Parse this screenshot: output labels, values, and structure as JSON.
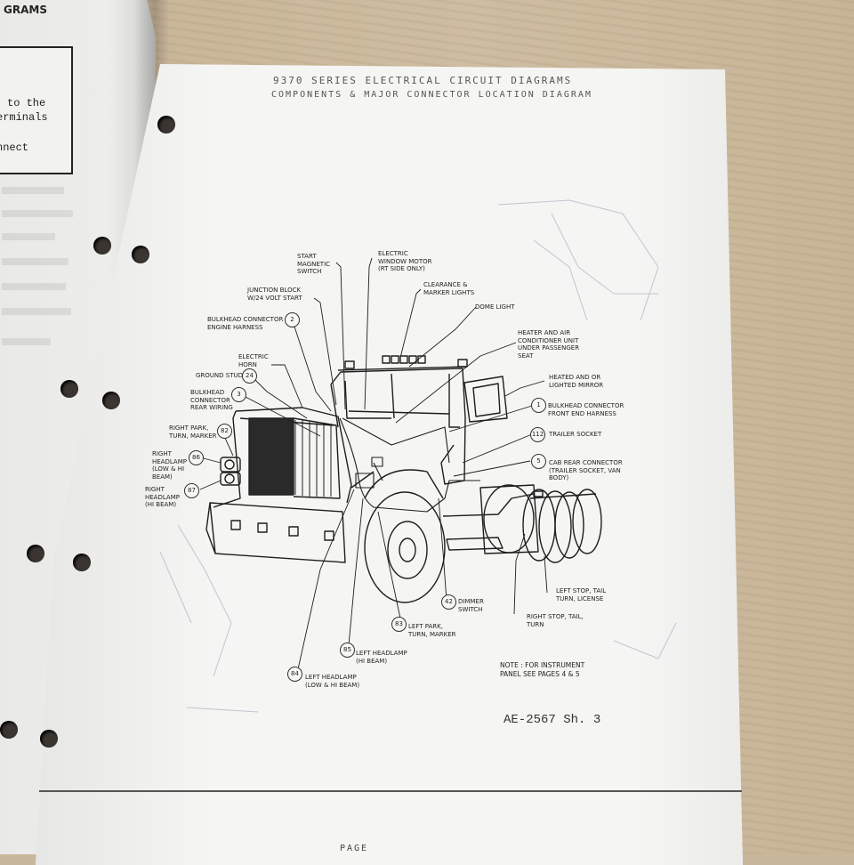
{
  "left_page": {
    "header": "GRAMS",
    "box_lines": [
      "to the",
      "erminals",
      "nnect"
    ]
  },
  "page": {
    "title": "9370 SERIES ELECTRICAL CIRCUIT DIAGRAMS",
    "subtitle": "COMPONENTS & MAJOR CONNECTOR LOCATION DIAGRAM",
    "doc_id": "AE-2567 Sh. 3",
    "note": [
      "NOTE : FOR INSTRUMENT",
      "PANEL SEE PAGES  4  & 5"
    ],
    "footer": "PAGE"
  },
  "labels": {
    "start_switch": [
      "START",
      "MAGNETIC",
      "SWITCH"
    ],
    "window_motor": [
      "ELECTRIC",
      "WINDOW MOTOR",
      "(RT SIDE ONLY)"
    ],
    "junction_block": [
      "JUNCTION BLOCK",
      "W/24 VOLT START"
    ],
    "clearance": [
      "CLEARANCE &",
      "MARKER LIGHTS"
    ],
    "dome_light": [
      "DOME LIGHT"
    ],
    "bulkhead_engine": [
      "BULKHEAD CONNECTOR",
      "ENGINE HARNESS"
    ],
    "heater": [
      "HEATER AND AIR",
      "CONDITIONER UNIT",
      "UNDER PASSENGER",
      "SEAT"
    ],
    "horn": [
      "ELECTRIC",
      "HORN"
    ],
    "ground_stud": [
      "GROUND STUD"
    ],
    "heated_mirror": [
      "HEATED AND OR",
      "LIGHTED MIRROR"
    ],
    "bulkhead_rear": [
      "BULKHEAD",
      "CONNECTOR",
      "REAR WIRING"
    ],
    "bulkhead_front": [
      "BULKHEAD CONNECTOR",
      "FRONT END HARNESS"
    ],
    "right_park": [
      "RIGHT PARK,",
      "TURN, MARKER"
    ],
    "trailer_socket": [
      "TRAILER SOCKET"
    ],
    "right_headlamp_low": [
      "RIGHT",
      "HEADLAMP",
      "(LOW & HI",
      "BEAM)"
    ],
    "cab_rear": [
      "CAB REAR CONNECTOR",
      "(TRAILER SOCKET, VAN",
      "BODY)"
    ],
    "right_headlamp_hi": [
      "RIGHT",
      "HEADLAMP",
      "(HI BEAM)"
    ],
    "left_stop": [
      "LEFT STOP, TAIL",
      "TURN, LICENSE"
    ],
    "right_stop": [
      "RIGHT STOP, TAIL,",
      "TURN"
    ],
    "dimmer": [
      "DIMMER",
      "SWITCH"
    ],
    "left_park": [
      "LEFT PARK,",
      "TURN, MARKER"
    ],
    "left_headlamp_hi": [
      "LEFT HEADLAMP",
      "(HI BEAM)"
    ],
    "left_headlamp_low": [
      "LEFT HEADLAMP",
      "(LOW & HI BEAM)"
    ]
  },
  "callouts": {
    "c2": "2",
    "c24": "24",
    "c3": "3",
    "c1": "1",
    "c82": "82",
    "c112": "112",
    "c86": "86",
    "c5": "5",
    "c87": "87",
    "c42": "42",
    "c83": "83",
    "c85": "85",
    "c84": "84"
  }
}
